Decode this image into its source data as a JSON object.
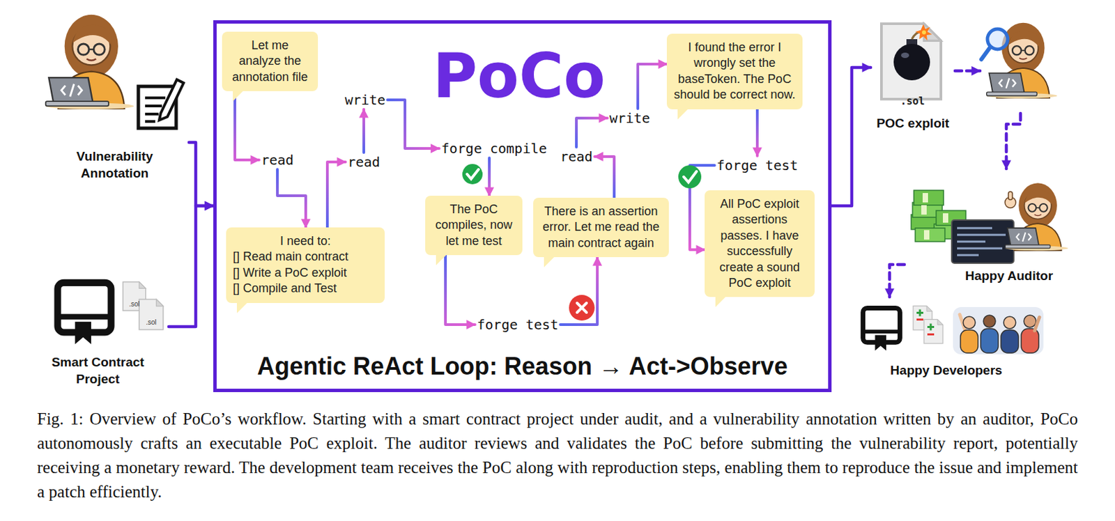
{
  "diagram": {
    "caption": "Fig. 1: Overview of PoCo’s workflow. Starting with a smart contract project under audit, and a vulnerability annotation written by an auditor, PoCo autonomously crafts an executable PoC exploit. The auditor reviews and validates the PoC before submitting the vulnerability report, potentially receiving a monetary reward. The development team receives the PoC along with reproduction steps, enabling them to reproduce the issue and implement a patch efficiently.",
    "nodes": [
      {
        "text": [
          "Vulnerability Annotation"
        ]
      },
      {
        "text": [
          "Smart Contract Project"
        ]
      },
      {
        "text": [
          "PoCo",
          "Agentic ReAct Loop: Reason → Act->Observe"
        ]
      },
      {
        "text": [
          "Let me analyze the annotation file"
        ],
        "in": 2
      },
      {
        "text": [
          "read"
        ],
        "in": 2
      },
      {
        "text": [
          "I need to:",
          "[] Read main contract",
          "[] Write a PoC exploit",
          "[] Compile and Test"
        ],
        "in": 2
      },
      {
        "text": [
          "read"
        ],
        "in": 2
      },
      {
        "text": [
          "write"
        ],
        "in": 2
      },
      {
        "text": [
          "forge compile"
        ],
        "in": 2
      },
      {
        "text": [
          "The PoC compiles, now let me test"
        ],
        "in": 2
      },
      {
        "text": [
          "forge test"
        ],
        "in": 2
      },
      {
        "text": [
          "There is an assertion error. Let me read the main contract again"
        ],
        "in": 2
      },
      {
        "text": [
          "read"
        ],
        "in": 2
      },
      {
        "text": [
          "write"
        ],
        "in": 2
      },
      {
        "text": [
          "I found the error I wrongly set the baseToken. The PoC should be correct now."
        ],
        "in": 2
      },
      {
        "text": [
          "forge test"
        ],
        "in": 2
      },
      {
        "text": [
          "All PoC exploit assertions passes. I have successfully create a sound PoC exploit"
        ],
        "in": 2
      },
      {
        "text": [
          ".sol",
          "POC exploit"
        ]
      },
      {
        "text": [
          "Happy Auditor"
        ]
      },
      {
        "text": [
          "Happy Developers"
        ]
      }
    ],
    "edges": [
      {
        "from": 0,
        "to": 2,
        "arrow": "to"
      },
      {
        "from": 1,
        "to": 2,
        "arrow": "to"
      },
      {
        "from": 3,
        "to": 4,
        "arrow": "to"
      },
      {
        "from": 4,
        "to": 5,
        "arrow": "to"
      },
      {
        "from": 5,
        "to": 6,
        "arrow": "to"
      },
      {
        "from": 6,
        "to": 7,
        "arrow": "to"
      },
      {
        "from": 7,
        "to": 8,
        "arrow": "to"
      },
      {
        "from": 8,
        "to": 9,
        "arrow": "to"
      },
      {
        "from": 9,
        "to": 10,
        "arrow": "to"
      },
      {
        "from": 10,
        "to": 11,
        "arrow": "to"
      },
      {
        "from": 11,
        "to": 12,
        "arrow": "to"
      },
      {
        "from": 12,
        "to": 13,
        "arrow": "to"
      },
      {
        "from": 13,
        "to": 14,
        "arrow": "to"
      },
      {
        "from": 14,
        "to": 15,
        "arrow": "to"
      },
      {
        "from": 15,
        "to": 16,
        "arrow": "to"
      },
      {
        "from": 2,
        "to": 17,
        "arrow": "to"
      },
      {
        "from": 17,
        "to": 18,
        "arrow": "to"
      },
      {
        "from": 18,
        "to": 19,
        "arrow": "to"
      }
    ],
    "labels": [
      ".sol",
      ".sol"
    ]
  }
}
